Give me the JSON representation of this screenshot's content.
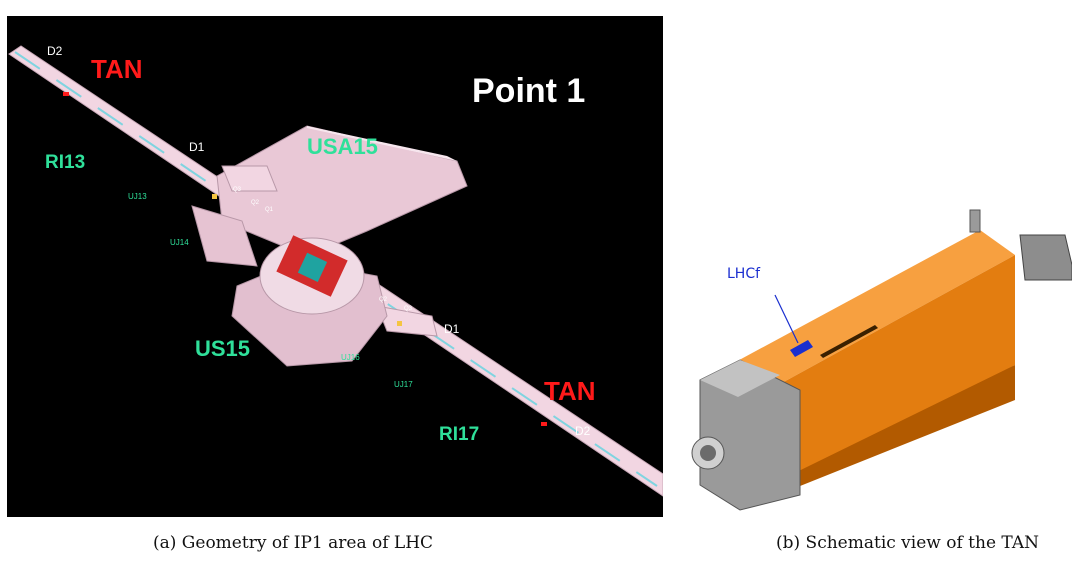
{
  "panel_a": {
    "title": "Point 1",
    "tan_top": "TAN",
    "tan_bottom": "TAN",
    "d2_top": "D2",
    "d2_bottom": "D2",
    "d1_top": "D1",
    "d1_bottom": "D1",
    "usa15": "USA15",
    "us15": "US15",
    "ri13": "RI13",
    "ri17": "RI17",
    "uj13": "UJ13",
    "uj14": "UJ14",
    "uj16": "UJ16",
    "uj17": "UJ17",
    "q_top": [
      "Q3",
      "Q2",
      "Q1"
    ],
    "q_bottom": [
      "Q2",
      "Q3"
    ],
    "colors": {
      "background": "#000000",
      "tunnel": "#f2d6e2",
      "tan": "#ff1a1a",
      "cavern_label": "#2fe09a"
    }
  },
  "panel_b": {
    "label": "LHCf",
    "colors": {
      "body": "#f08a18",
      "end_blocks": "#8f8f8f",
      "detector": "#1a2fcf"
    }
  },
  "captions": {
    "a": "(a) Geometry of IP1 area of LHC",
    "b": "(b) Schematic view of the TAN"
  }
}
